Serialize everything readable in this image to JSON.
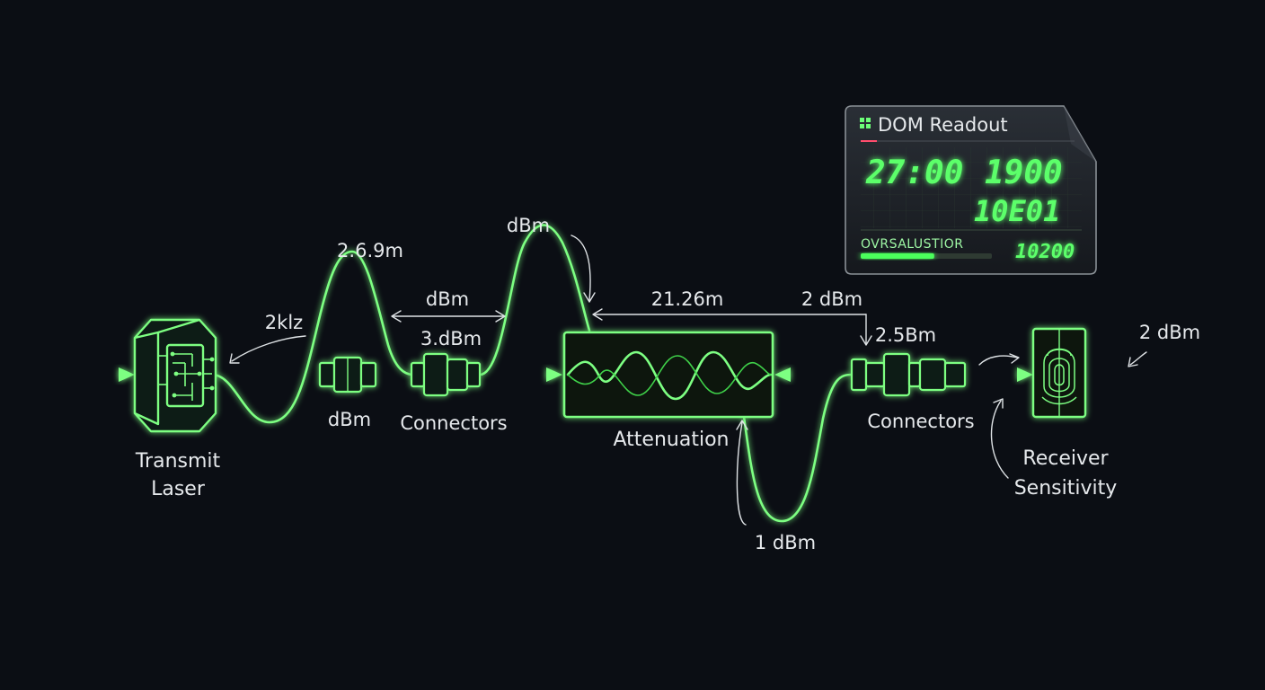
{
  "diagram": {
    "labels": {
      "transmit": "Transmit",
      "laser": "Laser",
      "freq": "2klz",
      "peak1": "2.6.9m",
      "inline1": "dBm",
      "span1": "dBm",
      "conn1_value": "3.dBm",
      "conn1": "Connectors",
      "peak2": "dBm",
      "span2": "21.26m",
      "span3": "2 dBm",
      "attenuation": "Attenuation",
      "trough": "1 dBm",
      "conn2_value": "2.5Bm",
      "conn2": "Connectors",
      "receiver": "Receiver",
      "sensitivity": "Sensitivity",
      "input_power": "2 dBm"
    },
    "colors": {
      "background": "#0b0e14",
      "signal": "#7dff82",
      "signal_dim": "#3fd24a",
      "text": "#e6e9ec"
    }
  },
  "dom_panel": {
    "title": "DOM Readout",
    "icon": "grid-icon",
    "row1_left": "27:00",
    "row1_right": "1900",
    "row2": "10E01",
    "status_label": "OVRSALUSTIOR",
    "status_value": "10200",
    "progress": 0.56
  }
}
